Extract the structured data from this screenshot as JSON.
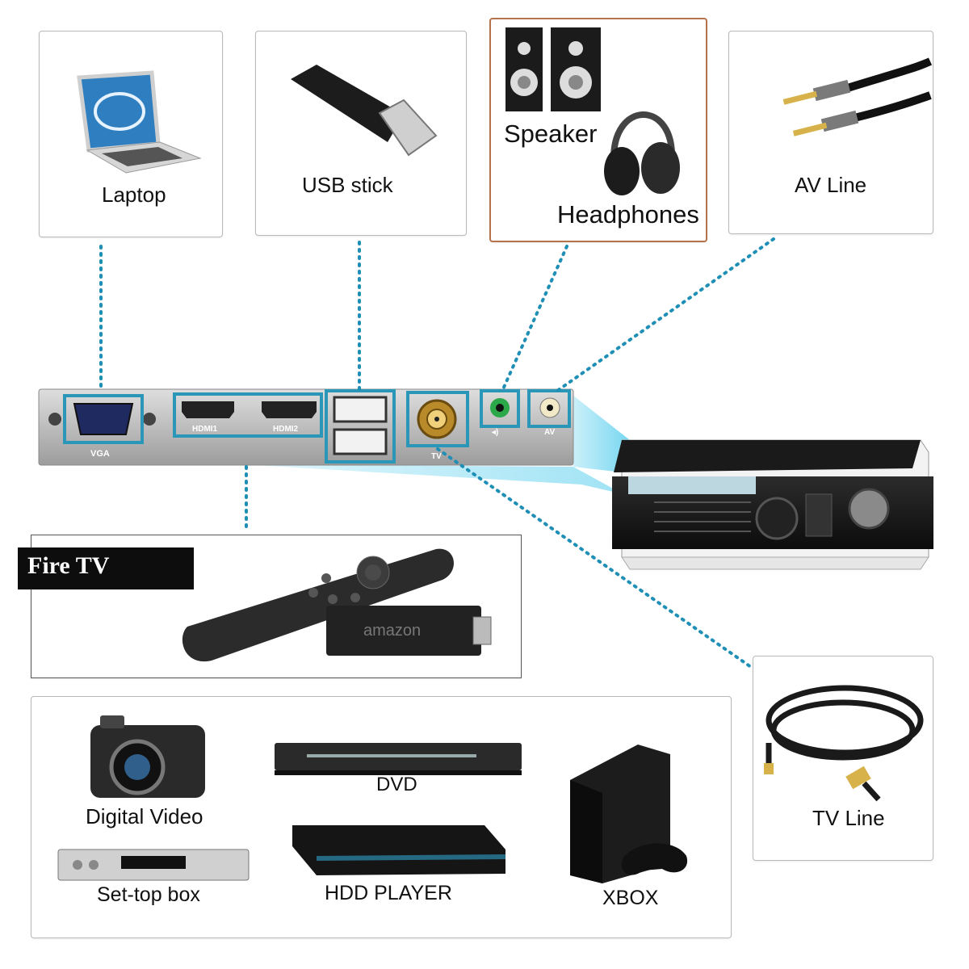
{
  "devices": {
    "laptop": "Laptop",
    "usb_stick": "USB stick",
    "speaker": "Speaker",
    "headphones": "Headphones",
    "av_line": "AV Line",
    "fire_tv": "Fire TV",
    "tv_line": "TV Line",
    "digital_video": "Digital Video",
    "dvd": "DVD",
    "xbox": "XBOX",
    "set_top_box": "Set-top box",
    "hdd_player": "HDD PLAYER"
  },
  "ports": {
    "vga": "VGA",
    "hdmi1": "HDMI1",
    "hdmi2": "HDMI2",
    "tv": "TV",
    "audio": "◂)",
    "av": "AV"
  },
  "device_marks": {
    "amazon": "amazon"
  },
  "colors": {
    "connector": "#1f8fb5",
    "port_highlight": "#2a97b8",
    "beam": "#5fd0ee",
    "highlight_border": "#b5734a"
  }
}
